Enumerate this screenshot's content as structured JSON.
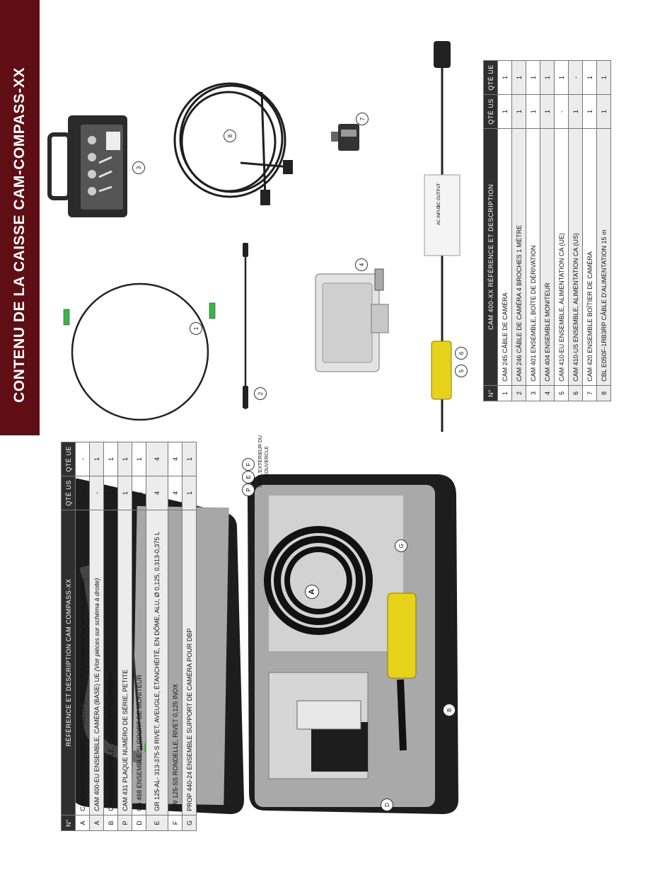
{
  "page": {
    "title": "CONTENU DE LA CAISSE CAM-COMPASS-XX"
  },
  "table_left": {
    "headers": [
      "N°",
      "RÉFÉRENCE ET DESCRIPTION CAM COMPASS-XX",
      "QTÉ US",
      "QTÉ UE"
    ],
    "rows": [
      [
        "A",
        "CAM 400-US ENSEMBLE, CAMÉRA (BASE) US",
        "(Voir pièces sur schéma à droite)",
        "1",
        "-"
      ],
      [
        "A",
        "CAM 400-EU ENSEMBLE, CAMÉRA (BASE) UE",
        "(Voir pièces sur schéma à droite)",
        "-",
        "1"
      ],
      [
        "B",
        "CAM 430 ENSEMBLE, CAISSE POUR CAMÉRA",
        "",
        "1",
        "1"
      ],
      [
        "P",
        "CAM 431 PLAQUE NUMÉRO DE SÉRIE, PETITE",
        "",
        "1",
        "1"
      ],
      [
        "D",
        "CB 468 ENSEMBLE SUPPORT DE MONITEUR",
        "",
        "1",
        "1"
      ],
      [
        "E",
        "GR 125-AL- 313-375-S RIVET, AVEUGLE, ÉTANCHÉITÉ, EN DÔME, ALU, Ø 0,125, 0,313-0,375 L",
        "",
        "4",
        "4"
      ],
      [
        "F",
        "GW 125-SS RONDELLE, RIVET 0,125 INOX",
        "",
        "4",
        "4"
      ],
      [
        "G",
        "PROP 440-24 ENSEMBLE SUPPORT DE CAMÉRA POUR DBP",
        "",
        "1",
        "1"
      ]
    ]
  },
  "table_right": {
    "headers": [
      "N°",
      "CAM 400-XX RÉFÉRENCE ET DESCRIPTION",
      "QTÉ US",
      "QTÉ UE"
    ],
    "rows": [
      [
        "1",
        "CAM 245 CÂBLE DE CAMÉRA",
        "1",
        "1"
      ],
      [
        "2",
        "CAM 246 CÂBLE DE CAMÉRA 4 BROCHES 1 MÈTRE",
        "1",
        "1"
      ],
      [
        "3",
        "CAM 401 ENSEMBLE, BOÎTE DE DÉRIVATION",
        "1",
        "1"
      ],
      [
        "4",
        "CAM 404 ENSEMBLE MONITEUR",
        "1",
        "1"
      ],
      [
        "5",
        "CAM 410-EU ENSEMBLE, ALIMENTATION CA (UE)",
        "-",
        "1"
      ],
      [
        "6",
        "CAM 410-US ENSEMBLE, ALIMENTATION CA (US)",
        "1",
        "-"
      ],
      [
        "7",
        "CAM 420 ENSEMBLE BOÎTIER DE CAMÉRA",
        "1",
        "1"
      ],
      [
        "8",
        "CBL E050F-1RB3RP CÂBLE D'ALIMENTATION 15 m",
        "1",
        "1"
      ]
    ]
  },
  "callouts_left": [
    "P",
    "E",
    "F",
    "A",
    "G",
    "B",
    "D"
  ],
  "callouts_right": [
    "1",
    "2",
    "3",
    "4",
    "5",
    "6",
    "7",
    "8"
  ],
  "note_lid": {
    "line1": "SUR L'EXTÉRIEUR DU",
    "line2": "COUVERCLE"
  },
  "psu_labels": {
    "ac_input": "AC INPUT",
    "dc_output": "DC OUTPUT"
  }
}
